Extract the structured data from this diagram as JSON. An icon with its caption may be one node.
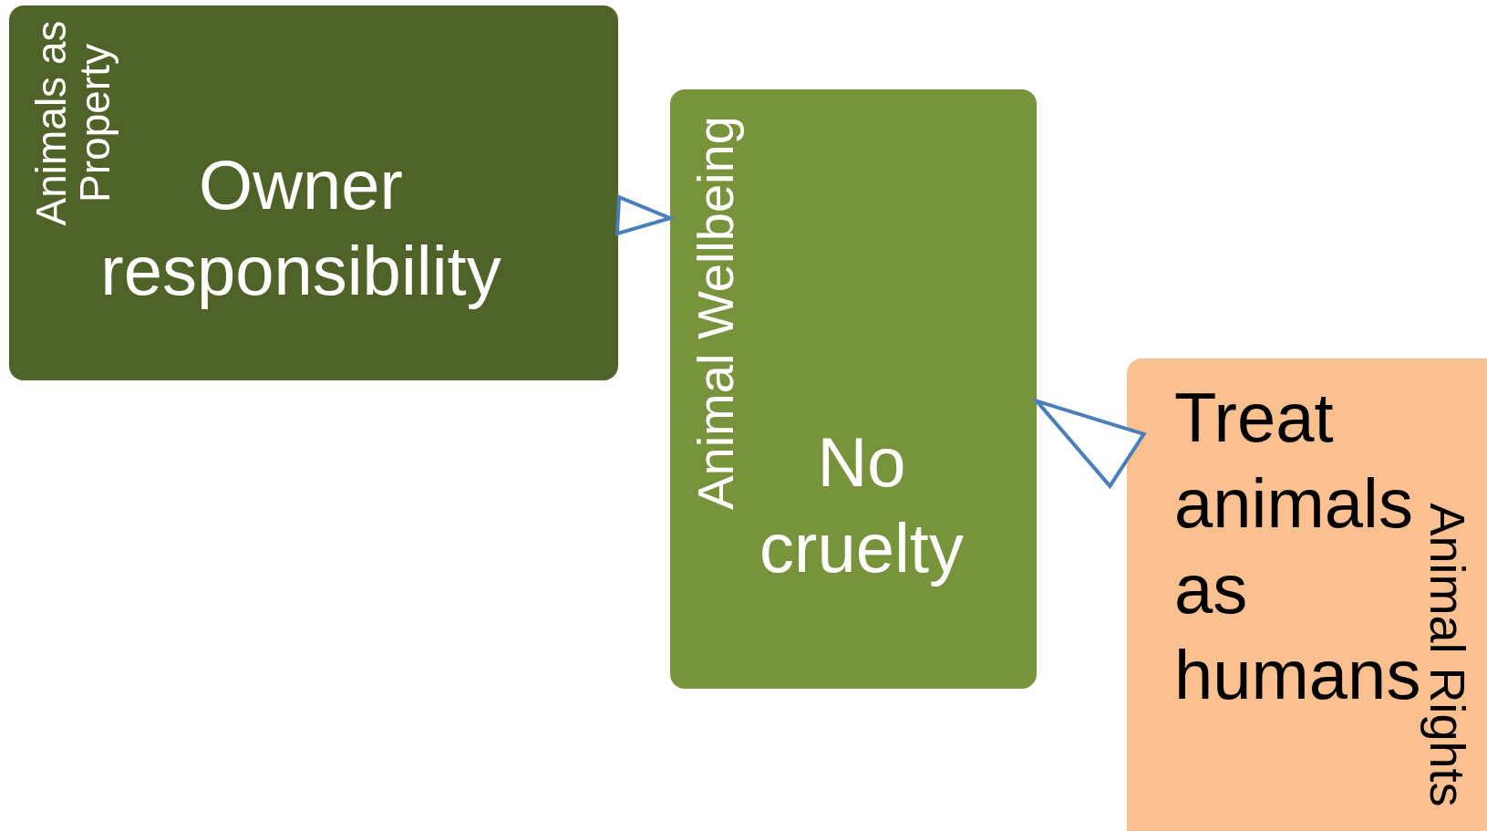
{
  "diagram": {
    "nodes": [
      {
        "text": [
          "Animals as Property",
          "Owner responsibility"
        ]
      },
      {
        "text": [
          "Animal Wellbeing",
          "No cruelty"
        ]
      },
      {
        "text": [
          "Animal Rights",
          "Treat animals as humans"
        ]
      }
    ],
    "edges": [
      {
        "from": 0,
        "to": 1,
        "arrow": "to"
      },
      {
        "from": 2,
        "to": 1,
        "arrow": "to"
      }
    ]
  }
}
